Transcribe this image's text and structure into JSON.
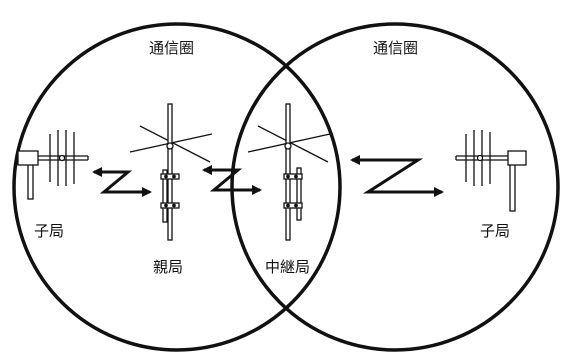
{
  "diagram": {
    "coverage_labels": [
      "通信圈",
      "通信圈"
    ],
    "stations": {
      "child_left": "子局",
      "parent": "親局",
      "relay": "中継局",
      "child_right": "子局"
    },
    "icons": {
      "antenna": "dipole-antenna-icon",
      "link": "radio-link-arrow-icon"
    },
    "colors": {
      "line": "#111111",
      "background": "#ffffff"
    }
  }
}
